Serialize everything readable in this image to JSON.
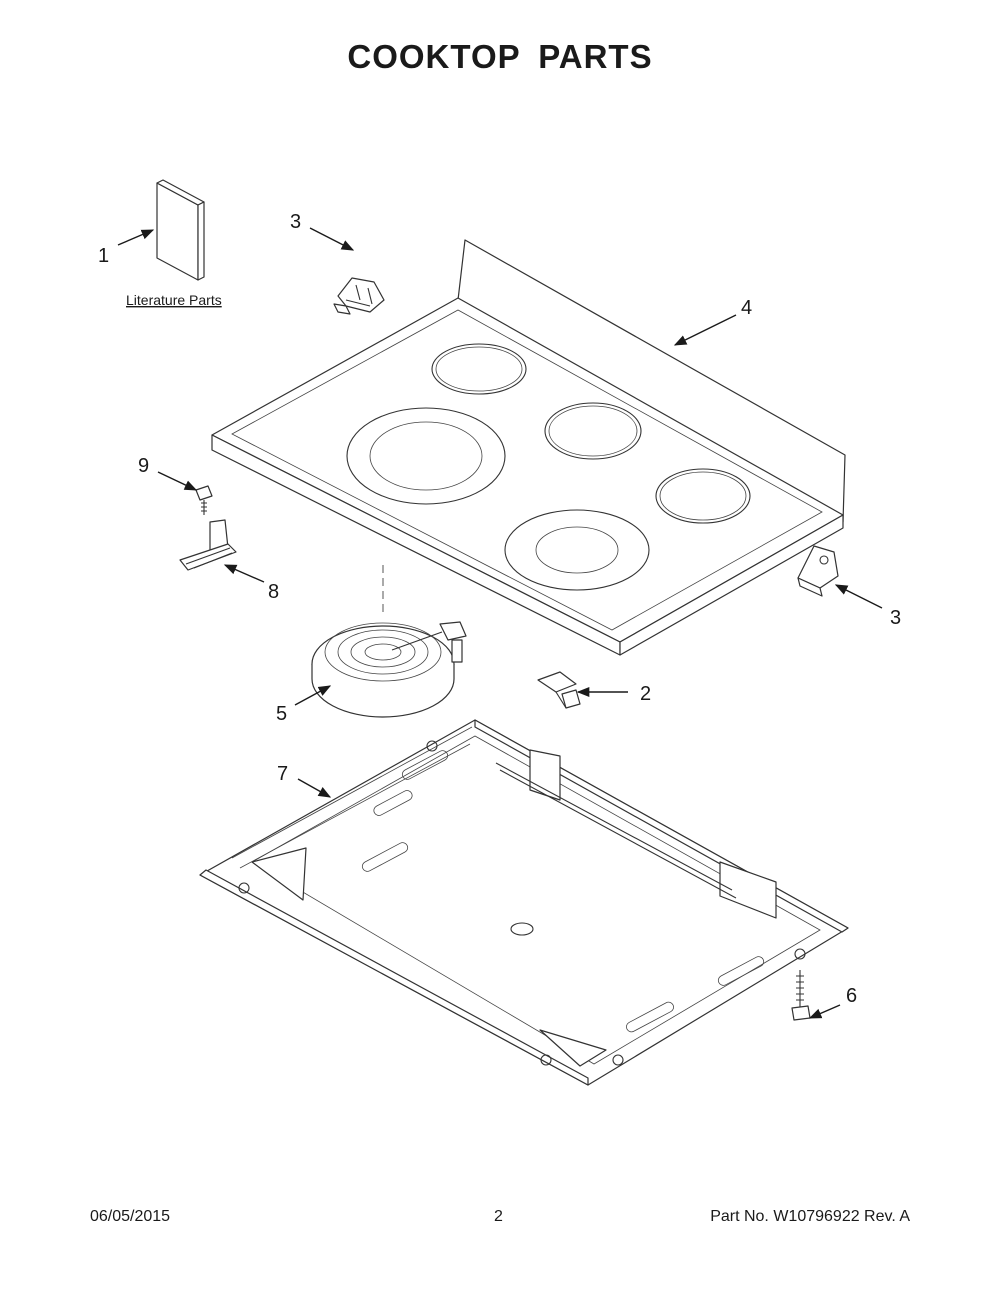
{
  "title": "COOKTOP  PARTS",
  "literature_label": "Literature Parts",
  "callouts": {
    "c1": "1",
    "c2": "2",
    "c3a": "3",
    "c3b": "3",
    "c4": "4",
    "c5": "5",
    "c6": "6",
    "c7": "7",
    "c8": "8",
    "c9": "9"
  },
  "footer": {
    "date": "06/05/2015",
    "page": "2",
    "part": "Part No.  W10796922  Rev.  A"
  }
}
